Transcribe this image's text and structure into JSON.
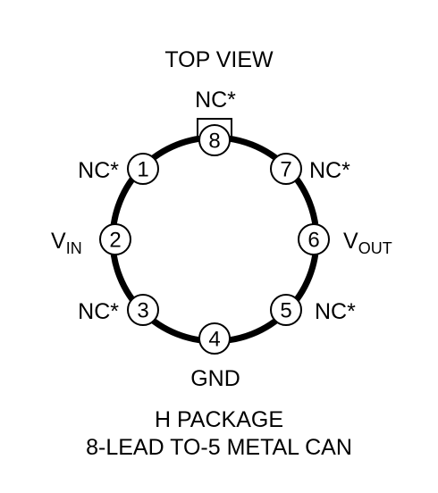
{
  "view_title": "TOP VIEW",
  "package": {
    "name": "H PACKAGE",
    "description": "8-LEAD TO-5 METAL CAN"
  },
  "pins": [
    {
      "number": "1",
      "label": "NC*"
    },
    {
      "number": "2",
      "label": "V",
      "label_sub": "IN"
    },
    {
      "number": "3",
      "label": "NC*"
    },
    {
      "number": "4",
      "label": "GND"
    },
    {
      "number": "5",
      "label": "NC*"
    },
    {
      "number": "6",
      "label": "V",
      "label_sub": "OUT"
    },
    {
      "number": "7",
      "label": "NC*"
    },
    {
      "number": "8",
      "label": "NC*"
    }
  ],
  "colors": {
    "ink": "#000000",
    "background": "#ffffff"
  }
}
